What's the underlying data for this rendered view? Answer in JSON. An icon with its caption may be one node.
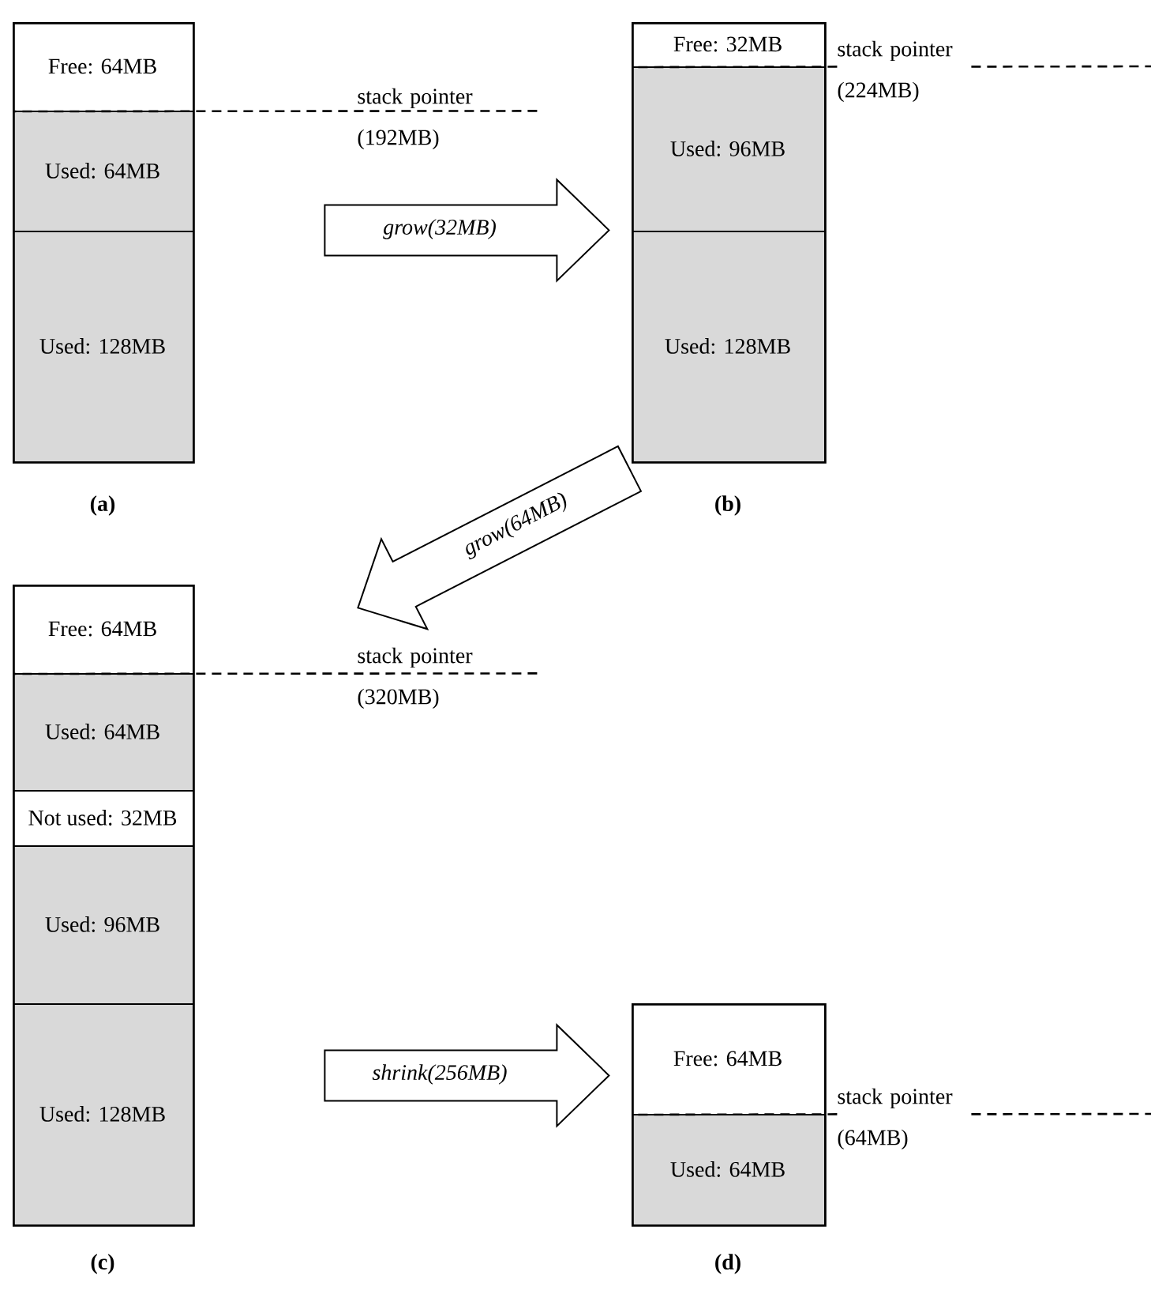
{
  "diagram": {
    "nodes": [
      {
        "text": [],
        "shape": "box",
        "beside": [
          "(a)"
        ]
      },
      {
        "text": [
          "Free: 64MB"
        ],
        "in": 0
      },
      {
        "text": [
          "Used: 64MB"
        ],
        "in": 0
      },
      {
        "text": [
          "Used: 128MB"
        ],
        "in": 0
      },
      {
        "text": [
          "stack pointer (192MB)"
        ]
      },
      {
        "text": [],
        "shape": "box",
        "beside": [
          "(b)"
        ]
      },
      {
        "text": [
          "Free: 32MB"
        ],
        "in": 5
      },
      {
        "text": [
          "Used: 96MB"
        ],
        "in": 5
      },
      {
        "text": [
          "Used: 128MB"
        ],
        "in": 5
      },
      {
        "text": [
          "stack pointer (224MB)"
        ]
      },
      {
        "text": [],
        "shape": "box",
        "beside": [
          "(c)"
        ]
      },
      {
        "text": [
          "Free: 64MB"
        ],
        "in": 10
      },
      {
        "text": [
          "Used: 64MB"
        ],
        "in": 10
      },
      {
        "text": [
          "Not used: 32MB"
        ],
        "in": 10
      },
      {
        "text": [
          "Used: 96MB"
        ],
        "in": 10
      },
      {
        "text": [
          "Used: 128MB"
        ],
        "in": 10
      },
      {
        "text": [
          "stack pointer (320MB)"
        ]
      },
      {
        "text": [],
        "shape": "box",
        "beside": [
          "(d)"
        ]
      },
      {
        "text": [
          "Free: 64MB"
        ],
        "in": 17
      },
      {
        "text": [
          "Used: 64MB"
        ],
        "in": 17
      },
      {
        "text": [
          "stack pointer (64MB)"
        ]
      }
    ],
    "edges": [
      {
        "from": 0,
        "to": 5,
        "arrow": "to",
        "label": "grow(32MB)"
      },
      {
        "from": 5,
        "to": 10,
        "arrow": "to",
        "label": "grow(64MB)"
      },
      {
        "from": 10,
        "to": 17,
        "arrow": "to",
        "label": "shrink(256MB)"
      },
      {
        "from": 4,
        "to": 2,
        "arrow": "none",
        "style": "dashed"
      },
      {
        "from": 9,
        "to": 7,
        "arrow": "none",
        "style": "dashed"
      },
      {
        "from": 16,
        "to": 12,
        "arrow": "none",
        "style": "dashed"
      },
      {
        "from": 20,
        "to": 19,
        "arrow": "none",
        "style": "dashed"
      }
    ]
  }
}
